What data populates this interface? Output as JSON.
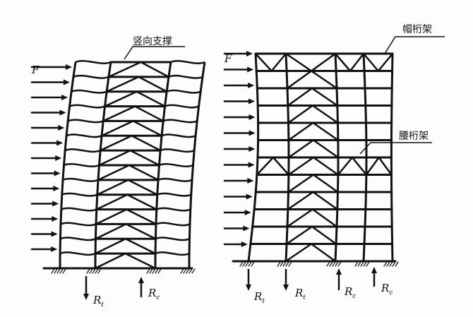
{
  "labels": {
    "vertical_bracing": "竖向支撑",
    "cap_truss": "帽桁架",
    "belt_truss": "腰桁架",
    "force": "F",
    "reaction": "R",
    "tension_sub": "t",
    "compression_sub": "c"
  },
  "colors": {
    "ink": "#111111",
    "background": "#fdfdfd"
  }
}
